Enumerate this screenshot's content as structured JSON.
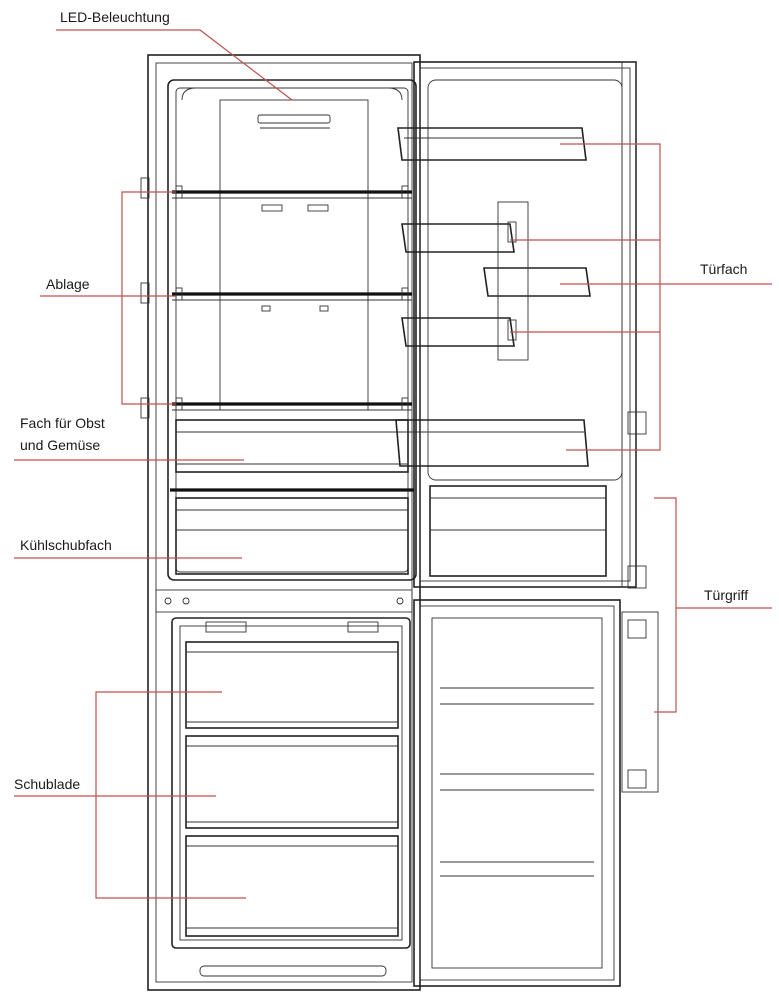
{
  "labels": {
    "led": "LED-Beleuchtung",
    "ablage": "Ablage",
    "obst_line1": "Fach für Obst",
    "obst_line2": "und Gemüse",
    "kuehl": "Kühlschubfach",
    "schublade": "Schublade",
    "tuerfach": "Türfach",
    "tuergriff": "Türgriff"
  },
  "colors": {
    "leader": "#c0504d",
    "drawing": "#222222"
  }
}
